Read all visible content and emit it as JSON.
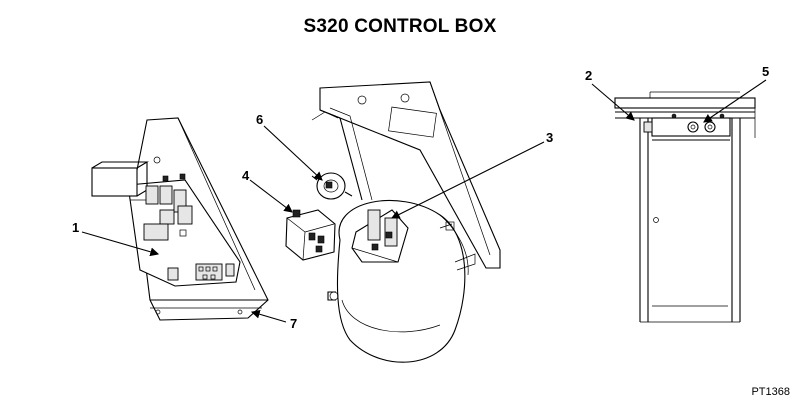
{
  "title": "S320 CONTROL BOX",
  "reference_code": "PT1368",
  "callouts": [
    {
      "id": "1",
      "label": "1"
    },
    {
      "id": "2",
      "label": "2"
    },
    {
      "id": "3",
      "label": "3"
    },
    {
      "id": "4",
      "label": "4"
    },
    {
      "id": "5",
      "label": "5"
    },
    {
      "id": "6",
      "label": "6"
    },
    {
      "id": "7",
      "label": "7"
    }
  ]
}
